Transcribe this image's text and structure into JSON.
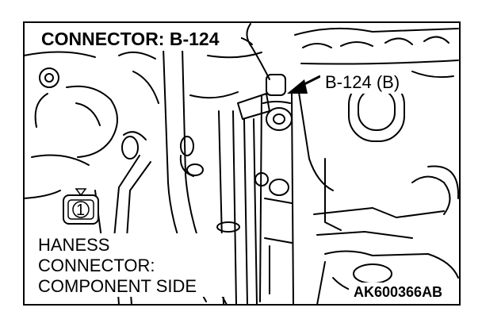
{
  "diagram": {
    "title": "CONNECTOR: B-124",
    "connector_callout": "B-124 (B)",
    "harness_label_lines": [
      "HANESS",
      "CONNECTOR:",
      "COMPONENT SIDE"
    ],
    "pin_number": "1",
    "figure_code": "AK600366AB"
  },
  "colors": {
    "line": "#000000",
    "background": "#ffffff"
  }
}
